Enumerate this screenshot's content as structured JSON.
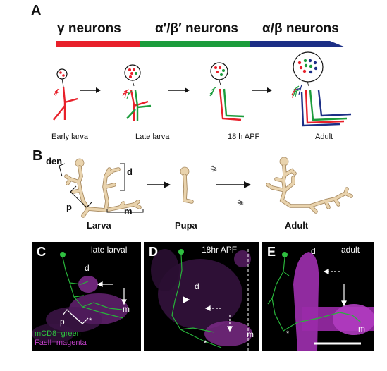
{
  "panel_a": {
    "letter": "A",
    "headings": [
      "γ neurons",
      "α′/β′ neurons",
      "α/β neurons"
    ],
    "stages": [
      "Early larva",
      "Late larva",
      "18 h APF",
      "Adult"
    ],
    "colors": {
      "gamma": "#e8202a",
      "alpha_beta_prime": "#1c9c3c",
      "alpha_beta": "#1c2f86"
    }
  },
  "panel_b": {
    "letter": "B",
    "labels": {
      "den": "den",
      "d": "d",
      "p": "p",
      "m": "m"
    },
    "stages": [
      "Larva",
      "Pupa",
      "Adult"
    ],
    "neuron_color": "#e9d3ad"
  },
  "panel_c": {
    "letter": "C",
    "title": "late larval",
    "labels": {
      "d": "d",
      "m": "m",
      "p": "p",
      "star": "*"
    },
    "legend": {
      "green": "mCD8=green",
      "magenta": "FasII=magenta"
    }
  },
  "panel_d": {
    "letter": "D",
    "title": "18hr APF",
    "labels": {
      "d": "d",
      "m": "m",
      "star": "*"
    }
  },
  "panel_e": {
    "letter": "E",
    "title": "adult",
    "labels": {
      "d": "d",
      "m": "m",
      "star": "*"
    }
  }
}
